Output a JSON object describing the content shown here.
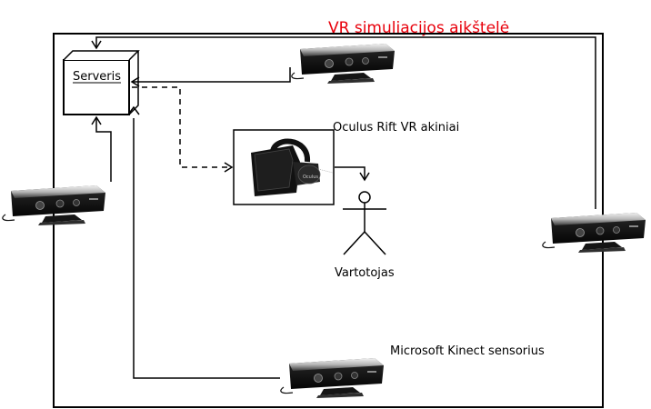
{
  "diagram": {
    "title": "VR simuliacijos aikštelė",
    "server_label": "Serveris",
    "headset_label": "Oculus Rift VR akiniai",
    "user_label": "Vartotojas",
    "sensor_label": "Microsoft Kinect sensorius",
    "headset_brand": "Oculus",
    "colors": {
      "title": "#e8000b",
      "line": "#000000",
      "sensor_body": "#1a1a1a",
      "sensor_highlight": "#d9d9d9"
    }
  }
}
